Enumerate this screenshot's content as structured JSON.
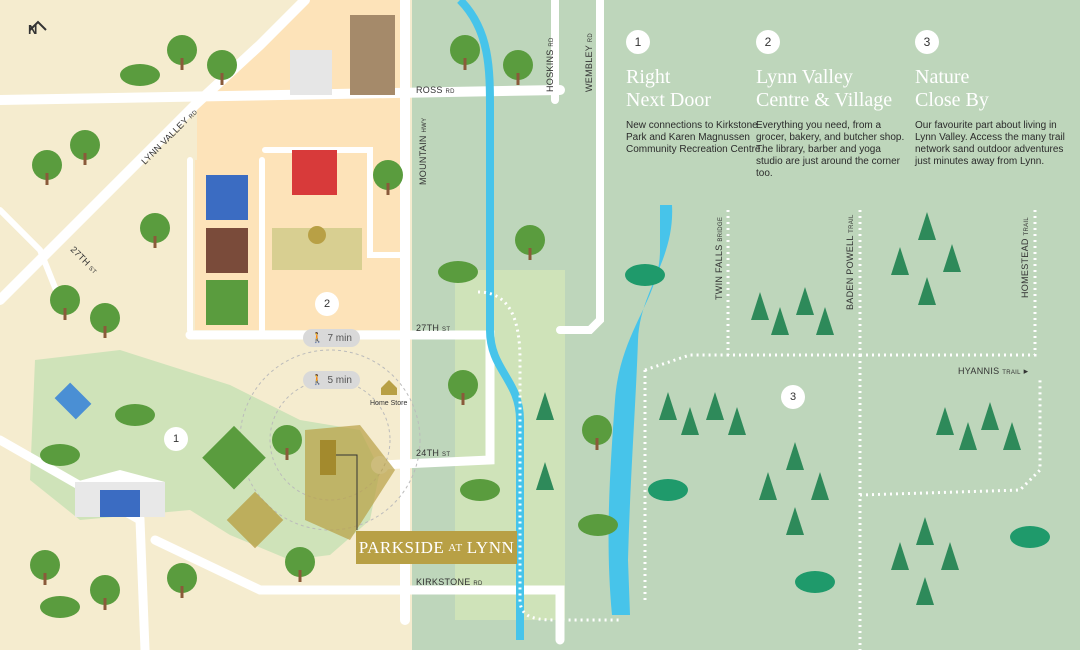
{
  "compass": {
    "label": "N"
  },
  "panels": [
    {
      "num": "1",
      "title": "Right\nNext Door",
      "body": "New connections to Kirkstone Park and Karen Magnussen Community Recreation Centre."
    },
    {
      "num": "2",
      "title": "Lynn Valley\nCentre & Village",
      "body": "Everything you need, from a grocer, bakery, and butcher shop. The library, barber and yoga studio are just around the corner too."
    },
    {
      "num": "3",
      "title": "Nature\nClose By",
      "body": "Our favourite part about living in Lynn Valley. Access the many trail network sand outdoor adventures just minutes away from Lynn."
    }
  ],
  "roads": {
    "ross": "ROSS",
    "ross_suffix": "RD",
    "hoskins": "HOSKINS",
    "hoskins_suffix": "RD",
    "wembley": "WEMBLEY",
    "wembley_suffix": "RD",
    "mountain": "MOUNTAIN",
    "mountain_suffix": "HWY",
    "lynn_valley": "LYNN VALLEY",
    "lynn_valley_suffix": "RD",
    "st27_left": "27TH",
    "st27_left_suffix": "ST",
    "st27": "27TH",
    "st27_suffix": "ST",
    "st24": "24TH",
    "st24_suffix": "ST",
    "kirkstone": "KIRKSTONE",
    "kirkstone_suffix": "RD"
  },
  "trails": {
    "twin_falls": "TWIN FALLS",
    "twin_falls_suffix": "BRIDGE",
    "baden_powell": "BADEN POWELL",
    "baden_powell_suffix": "TRAIL",
    "homestead": "HOMESTEAD",
    "homestead_suffix": "TRAIL",
    "hyannis": "HYANNIS",
    "hyannis_suffix": "TRAIL"
  },
  "walk_times": [
    {
      "label": "7 min"
    },
    {
      "label": "5 min"
    }
  ],
  "map_markers": [
    "1",
    "2",
    "3"
  ],
  "home_store": "Home Store",
  "brand": {
    "main": "PARKSIDE",
    "at": "AT",
    "end": "LYNN"
  },
  "colors": {
    "map_bg": "#f5eccf",
    "village": "#fde3b9",
    "park": "#cfe3b9",
    "nature": "#bed6bb",
    "river": "#47c4ea",
    "road": "#ffffff",
    "brand": "#b8a045",
    "tree": "#5a9c3e"
  }
}
